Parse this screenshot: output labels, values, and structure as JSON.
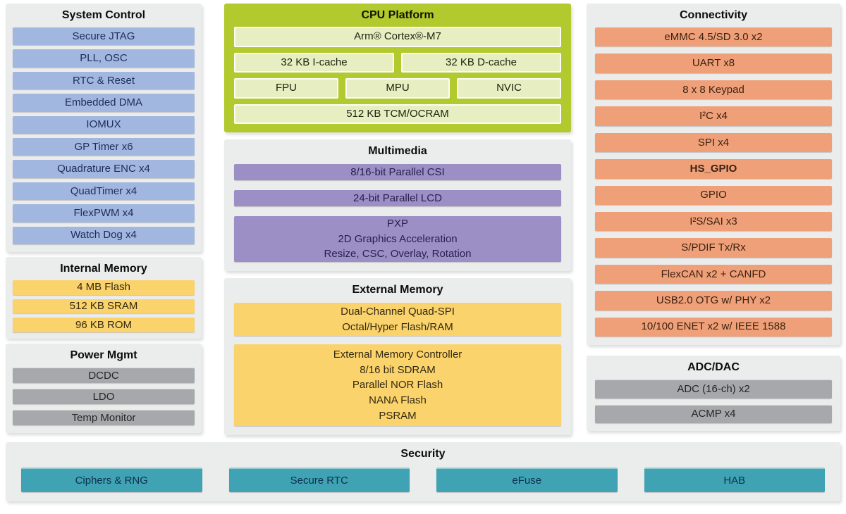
{
  "palette": {
    "section_bg": "#ebecec",
    "header_text": "#0c0c0c",
    "blue": "#a2b7df",
    "blue_text": "#1e2c5c",
    "green_outer": "#b2ca2d",
    "green_inner": "#e6eec2",
    "green_text": "#20240e",
    "purple": "#9c8fc5",
    "purple_text": "#272050",
    "yellow": "#fbd36c",
    "yellow_text": "#332a12",
    "orange": "#efa078",
    "orange_text": "#3c2212",
    "gray": "#a6a8ab",
    "gray_text": "#262626",
    "teal": "#3fa3b4",
    "teal_text": "#0e2f52"
  },
  "sections": {
    "system_control": {
      "title": "System Control",
      "items": [
        "Secure JTAG",
        "PLL, OSC",
        "RTC & Reset",
        "Embedded DMA",
        "IOMUX",
        "GP Timer x6",
        "Quadrature ENC x4",
        "QuadTimer x4",
        "FlexPWM x4",
        "Watch Dog x4"
      ]
    },
    "internal_memory": {
      "title": "Internal Memory",
      "items": [
        "4 MB Flash",
        "512 KB SRAM",
        "96 KB ROM"
      ]
    },
    "power_mgmt": {
      "title": "Power Mgmt",
      "items": [
        "DCDC",
        "LDO",
        "Temp Monitor"
      ]
    },
    "cpu_platform": {
      "title": "CPU Platform",
      "rows": [
        [
          "Arm® Cortex®-M7"
        ],
        [
          "32 KB I-cache",
          "32 KB D-cache"
        ],
        [
          "FPU",
          "MPU",
          "NVIC"
        ],
        [
          "512 KB TCM/OCRAM"
        ]
      ]
    },
    "multimedia": {
      "title": "Multimedia",
      "items": [
        "8/16-bit Parallel CSI",
        "24-bit Parallel LCD",
        [
          "PXP",
          "2D Graphics Acceleration",
          "Resize, CSC, Overlay, Rotation"
        ]
      ]
    },
    "external_memory": {
      "title": "External Memory",
      "items": [
        [
          "Dual-Channel Quad-SPI",
          "Octal/Hyper Flash/RAM"
        ],
        [
          "External Memory Controller",
          "8/16 bit SDRAM",
          "Parallel NOR Flash",
          "NANA Flash",
          "PSRAM"
        ]
      ]
    },
    "connectivity": {
      "title": "Connectivity",
      "items": [
        "eMMC 4.5/SD 3.0 x2",
        "UART x8",
        "8 x 8 Keypad",
        "I²C x4",
        "SPI x4",
        {
          "label": "HS_GPIO",
          "bold": true
        },
        "GPIO",
        "I²S/SAI x3",
        "S/PDIF Tx/Rx",
        "FlexCAN x2 + CANFD",
        "USB2.0 OTG w/ PHY x2",
        "10/100 ENET x2 w/ IEEE 1588"
      ]
    },
    "adc_dac": {
      "title": "ADC/DAC",
      "items": [
        "ADC (16-ch) x2",
        "ACMP x4"
      ]
    },
    "security": {
      "title": "Security",
      "items": [
        "Ciphers & RNG",
        "Secure RTC",
        "eFuse",
        "HAB"
      ]
    }
  }
}
